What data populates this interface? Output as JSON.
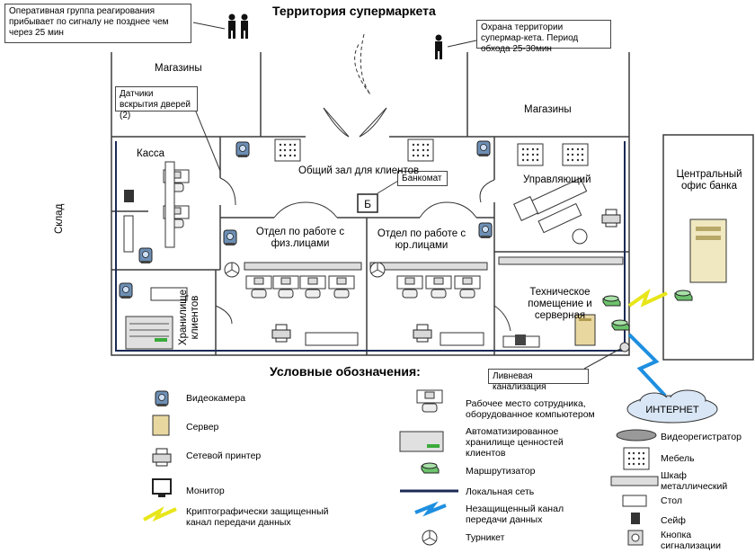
{
  "title": "Территория супермаркета",
  "notes": {
    "response_team": "Оперативная группа реагирования прибывает по сигналу не позднее чем через 25 мин",
    "security": "Охрана территории супермар-кета. Период обхода 25-30мин",
    "door_sensors": "Датчики вскрытия дверей (2)",
    "atm": "Банкомат",
    "storm_drain": "Ливневая канализация"
  },
  "rooms": {
    "shops_left": "Магазины",
    "shops_right": "Магазины",
    "warehouse": "Склад",
    "cashier": "Касса",
    "hall": "Общий зал для клиентов",
    "individuals": "Отдел по работе с физ.лицами",
    "legal": "Отдел по работе с юр.лицами",
    "manager": "Управляющий",
    "tech": "Техническое помещение и серверная",
    "vault": "Хранилище клиентов",
    "central_office": "Центральный офис банка",
    "atm_letter": "Б"
  },
  "internet": "ИНТЕРНЕТ",
  "legend": {
    "title": "Условные обозначения:",
    "items": [
      {
        "icon": "camera-icon",
        "label": "Видеокамера"
      },
      {
        "icon": "server-icon",
        "label": "Сервер"
      },
      {
        "icon": "printer-icon",
        "label": "Сетевой принтер"
      },
      {
        "icon": "monitor-icon",
        "label": "Монитор"
      },
      {
        "icon": "crypto-channel-icon",
        "label": "Криптографически защищенный канал передачи данных"
      },
      {
        "icon": "workstation-icon",
        "label": "Рабочее место сотрудника, оборудованное компьютером"
      },
      {
        "icon": "vault-storage-icon",
        "label": "Автоматизированное хранилище ценностей клиентов"
      },
      {
        "icon": "router-icon",
        "label": "Маршрутизатор"
      },
      {
        "icon": "lan-icon",
        "label": "Локальная сеть"
      },
      {
        "icon": "open-channel-icon",
        "label": "Незащищенный канал передачи данных"
      },
      {
        "icon": "turnstile-icon",
        "label": "Турникет"
      },
      {
        "icon": "dvr-icon",
        "label": "Видеорегистратор"
      },
      {
        "icon": "furniture-icon",
        "label": "Мебель"
      },
      {
        "icon": "cabinet-icon",
        "label": "Шкаф металлический"
      },
      {
        "icon": "table-icon",
        "label": "Стол"
      },
      {
        "icon": "safe-icon",
        "label": "Сейф"
      },
      {
        "icon": "alarm-button-icon",
        "label": "Кнопка сигнализации"
      }
    ]
  },
  "colors": {
    "wall": "#3c3c3c",
    "lan": "#1a2a55",
    "crypto_channel": "#e8e61a",
    "open_channel": "#1e8fe0",
    "router": "#6cc26c",
    "cloud": "#d9e6f5"
  }
}
